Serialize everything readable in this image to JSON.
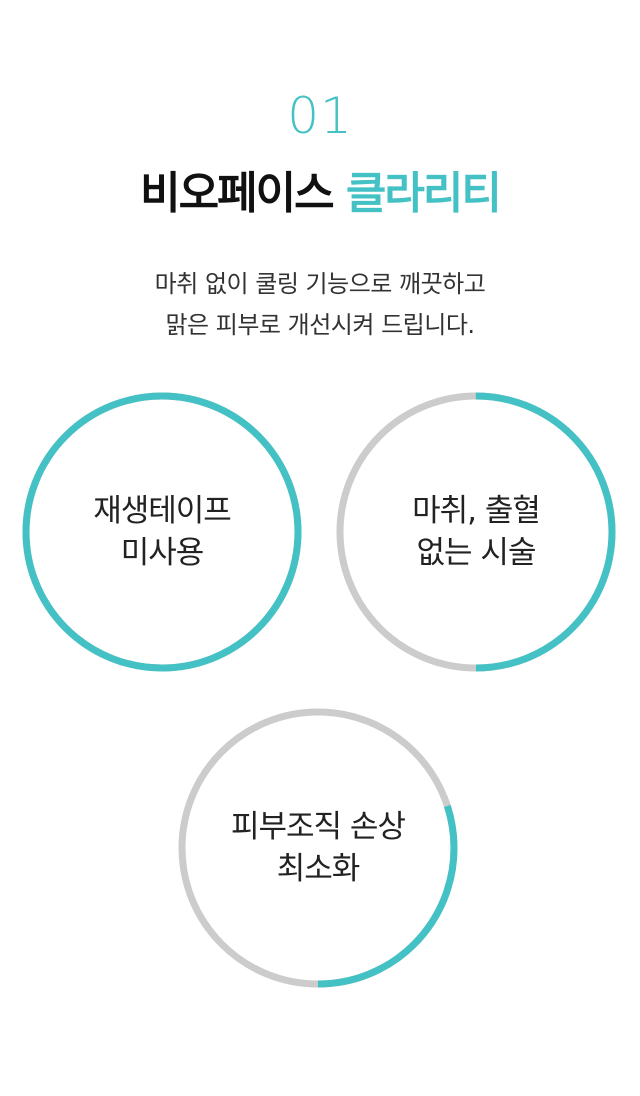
{
  "section": {
    "number": "01",
    "title_main": "비오페이스",
    "title_accent": "클라리티",
    "description": [
      "마취 없이 쿨링 기능으로 깨끗하고",
      "맑은 피부로 개선시켜 드립니다."
    ]
  },
  "colors": {
    "accent": "#44c1c4",
    "track": "#cccccc",
    "text": "#222222"
  },
  "features": [
    {
      "lines": [
        "재생테이프",
        "미사용"
      ],
      "progress": 1.0
    },
    {
      "lines": [
        "마취, 출혈",
        "없는 시술"
      ],
      "progress": 0.5
    },
    {
      "lines": [
        "피부조직 손상",
        "최소화"
      ],
      "progress": 0.3
    }
  ]
}
